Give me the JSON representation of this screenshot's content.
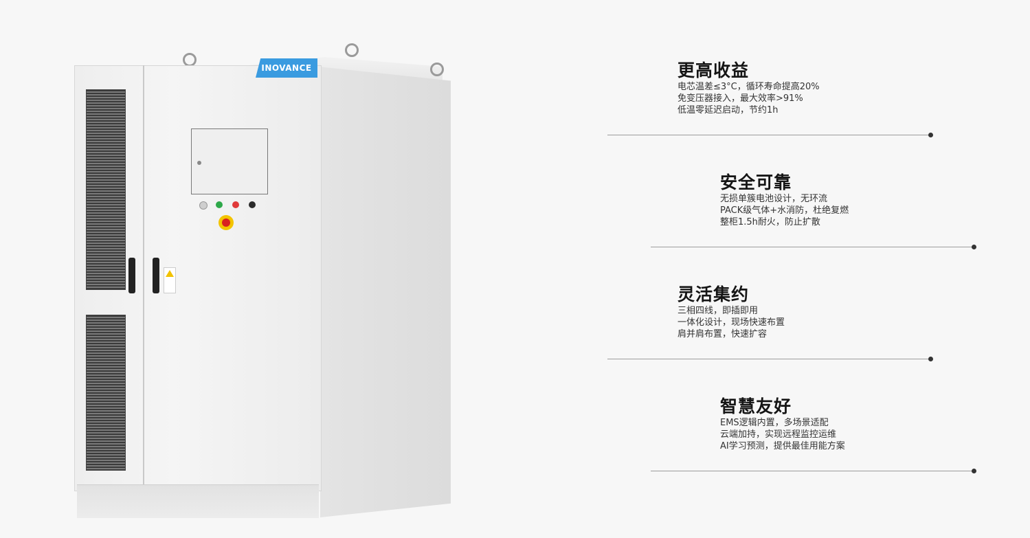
{
  "product": {
    "brand_label": "INOVANCE"
  },
  "features": [
    {
      "title": "更高收益",
      "lines": [
        "电芯温差≤3°C，循环寿命提高20%",
        "免变压器接入，最大效率>91%",
        "低温零延迟启动，节约1h"
      ]
    },
    {
      "title": "安全可靠",
      "lines": [
        "无损单簇电池设计，无环流",
        "PACK级气体+水消防，杜绝复燃",
        "整柜1.5h耐火，防止扩散"
      ]
    },
    {
      "title": "灵活集约",
      "lines": [
        "三相四线，即插即用",
        "一体化设计，现场快速布置",
        "肩并肩布置，快速扩容"
      ]
    },
    {
      "title": "智慧友好",
      "lines": [
        "EMS逻辑内置，多场景适配",
        "云端加持，实现远程监控运维",
        "AI学习预测，提供最佳用能方案"
      ]
    }
  ],
  "colors": {
    "background": "#f7f7f7",
    "brand_blue": "#3a9be0",
    "divider": "#9c9c9c",
    "dot": "#333333"
  }
}
